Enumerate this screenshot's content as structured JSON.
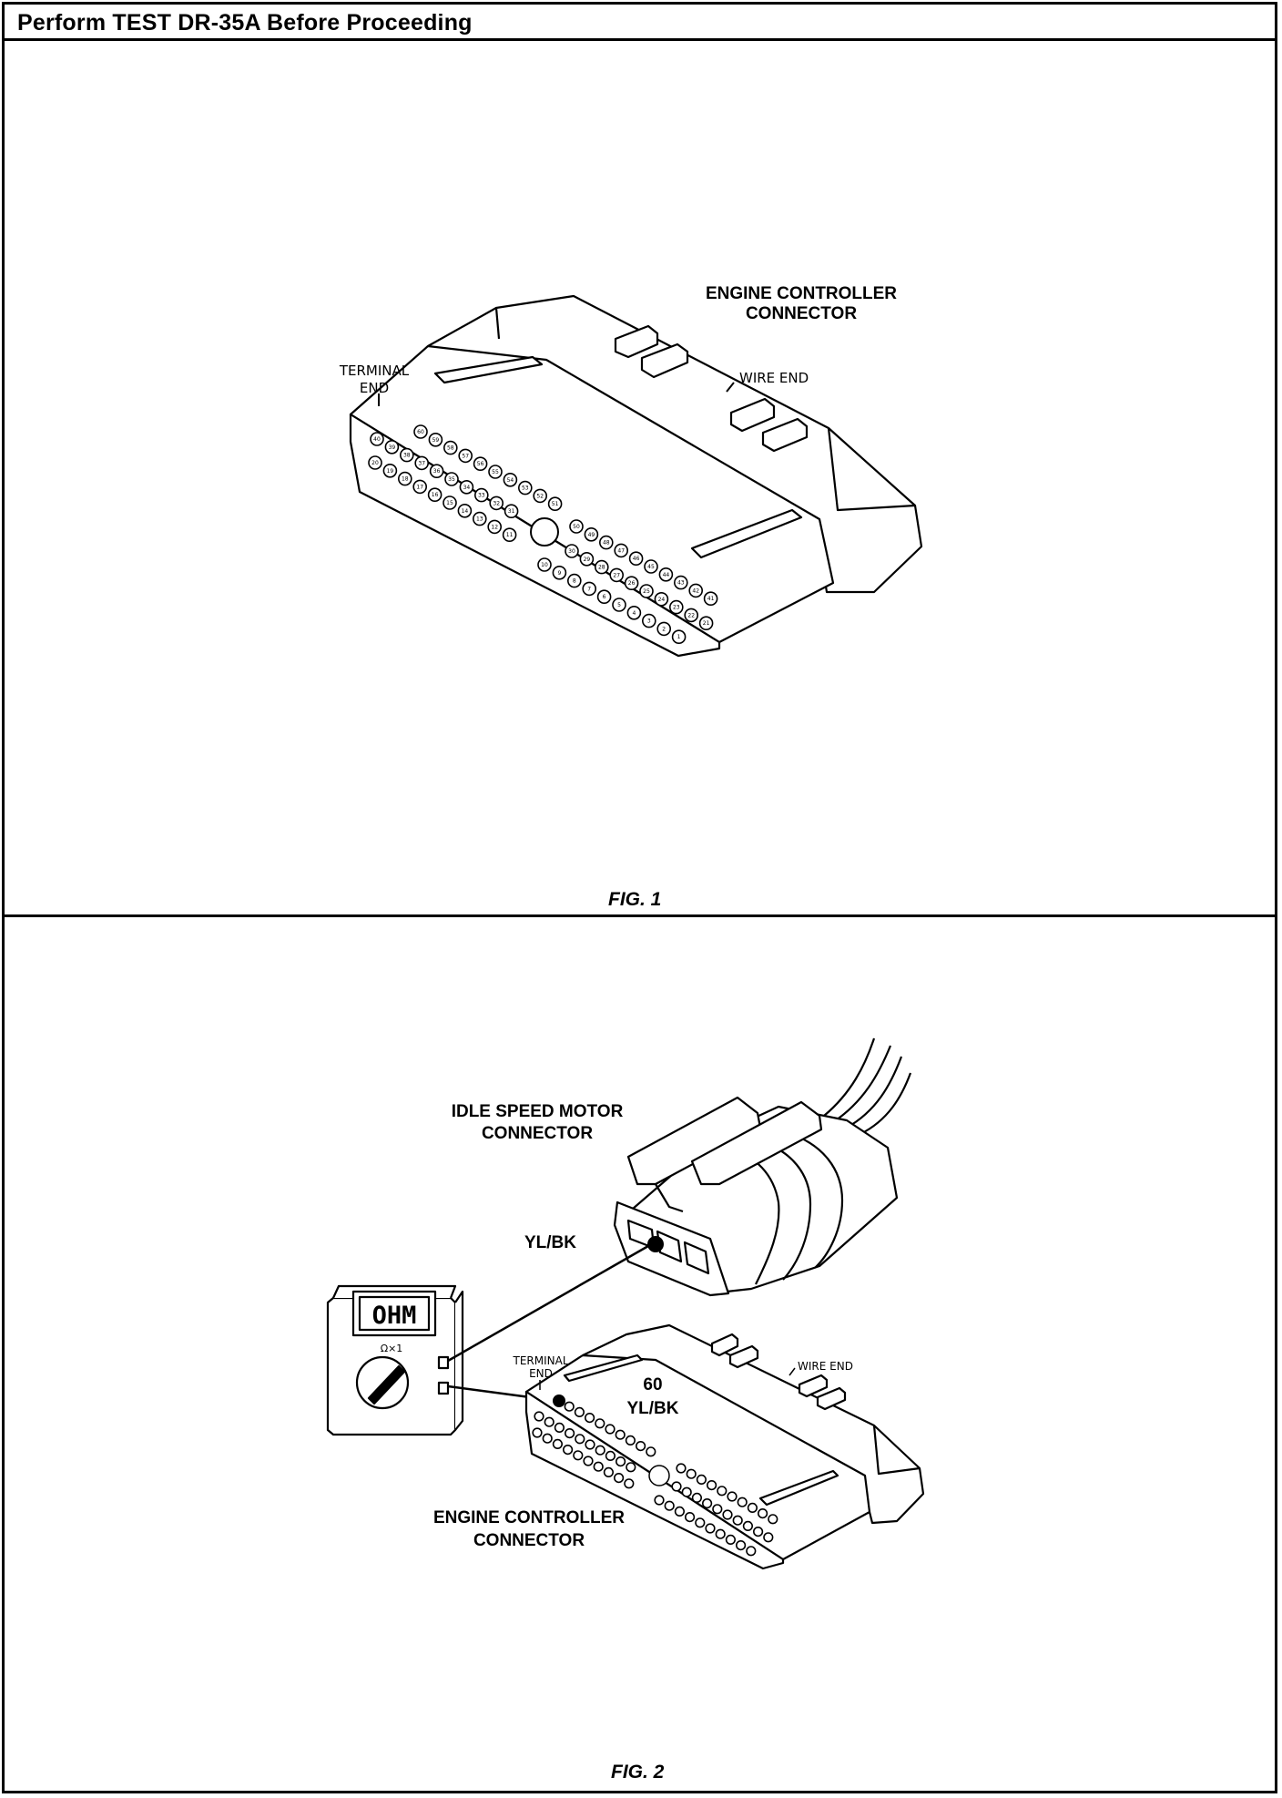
{
  "header": {
    "title": "Perform TEST DR-35A Before Proceeding"
  },
  "fig1": {
    "caption": "FIG. 1",
    "label_connector_line1": "ENGINE CONTROLLER",
    "label_connector_line2": "CONNECTOR",
    "label_terminal_line1": "TERMINAL",
    "label_terminal_line2": "END",
    "label_wire_end": "WIRE END",
    "pins_upper_left_row1": [
      "60",
      "59",
      "58",
      "57",
      "56",
      "55",
      "54",
      "53",
      "52",
      "51"
    ],
    "pins_upper_left_row2": [
      "40",
      "39",
      "38",
      "37",
      "36",
      "35",
      "34",
      "33",
      "32",
      "31"
    ],
    "pins_upper_left_row3": [
      "20",
      "19",
      "18",
      "17",
      "16",
      "15",
      "14",
      "13",
      "12",
      "11"
    ],
    "pins_lower_right_row1": [
      "50",
      "49",
      "48",
      "47",
      "46",
      "45",
      "44",
      "43",
      "42",
      "41"
    ],
    "pins_lower_right_row2": [
      "30",
      "29",
      "28",
      "27",
      "26",
      "25",
      "24",
      "23",
      "22",
      "21"
    ],
    "pins_lower_right_row3": [
      "10",
      "9",
      "8",
      "7",
      "6",
      "5",
      "4",
      "3",
      "2",
      "1"
    ]
  },
  "fig2": {
    "caption": "FIG. 2",
    "label_isc_line1": "IDLE SPEED MOTOR",
    "label_isc_line2": "CONNECTOR",
    "label_isc_wire": "YL/BK",
    "meter_display": "OHM",
    "meter_range": "Ω×1",
    "label_terminal_line1": "TERMINAL",
    "label_terminal_line2": "END",
    "label_wire_end": "WIRE END",
    "label_pin_number": "60",
    "label_pin_wire": "YL/BK",
    "label_ecc_line1": "ENGINE CONTROLLER",
    "label_ecc_line2": "CONNECTOR"
  }
}
